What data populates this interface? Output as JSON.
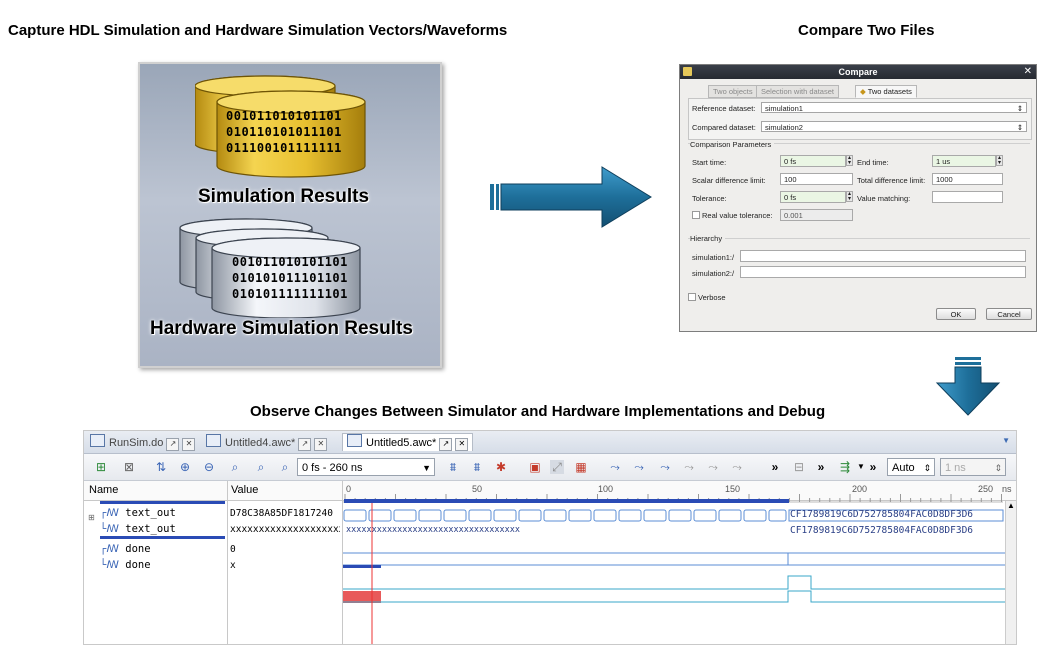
{
  "headings": {
    "capture": "Capture HDL Simulation and Hardware Simulation Vectors/Waveforms",
    "compare": "Compare Two Files",
    "observe": "Observe Changes Between Simulator and Hardware Implementations and Debug"
  },
  "illustration": {
    "sim_label": "Simulation Results",
    "hw_label": "Hardware Simulation Results",
    "sim_bits": [
      "001011010101101",
      "010110101011101",
      "011100101111111"
    ],
    "hw_bits": [
      "001011010101101",
      "010101011101101",
      "010101111111101"
    ],
    "colors": {
      "gold": "#e8c030",
      "silver": "#dfe3ea",
      "arrow": "#1e6f9a"
    }
  },
  "dialog": {
    "title": "Compare",
    "tabs": [
      "Two objects",
      "Selection with dataset",
      "Two datasets"
    ],
    "reference_label": "Reference dataset:",
    "reference_value": "simulation1",
    "compared_label": "Compared dataset:",
    "compared_value": "simulation2",
    "params_title": "Comparison Parameters",
    "start_label": "Start time:",
    "start_value": "0 fs",
    "end_label": "End time:",
    "end_value": "1 us",
    "scalar_label": "Scalar difference limit:",
    "scalar_value": "100",
    "total_label": "Total difference limit:",
    "total_value": "1000",
    "tolerance_label": "Tolerance:",
    "tolerance_value": "0 fs",
    "matching_label": "Value matching:",
    "matching_value": "",
    "real_tol_label": "Real value tolerance:",
    "real_tol_value": "0.001",
    "hierarchy_title": "Hierarchy",
    "hier1_label": "simulation1:/",
    "hier2_label": "simulation2:/",
    "verbose_label": "Verbose",
    "ok_label": "OK",
    "cancel_label": "Cancel"
  },
  "wave": {
    "tabs": [
      "RunSim.do",
      "Untitled4.awc*",
      "Untitled5.awc*"
    ],
    "time_range": "0 fs - 260 ns",
    "zoom_mode": "Auto",
    "step_value": "1 ns",
    "col_name": "Name",
    "col_value": "Value",
    "time_ticks": [
      "0",
      "50",
      "100",
      "150",
      "200",
      "250"
    ],
    "time_unit": "ns",
    "signals": [
      {
        "name": "text_out",
        "value": "D78C38A85DF1817240"
      },
      {
        "name": "text_out",
        "value": "xxxxxxxxxxxxxxxxxxxxxx"
      },
      {
        "name": "done",
        "value": "0"
      },
      {
        "name": "done",
        "value": "x"
      }
    ],
    "wave_text_1": "CF1789819C6D752785804FAC0D8DF3D6",
    "wave_text_2": "xxxxxxxxxxxxxxxxxxxxxxxxxxxxxxxxxx",
    "wave_text_3": "CF1789819C6D752785804FAC0D8DF3D6"
  }
}
